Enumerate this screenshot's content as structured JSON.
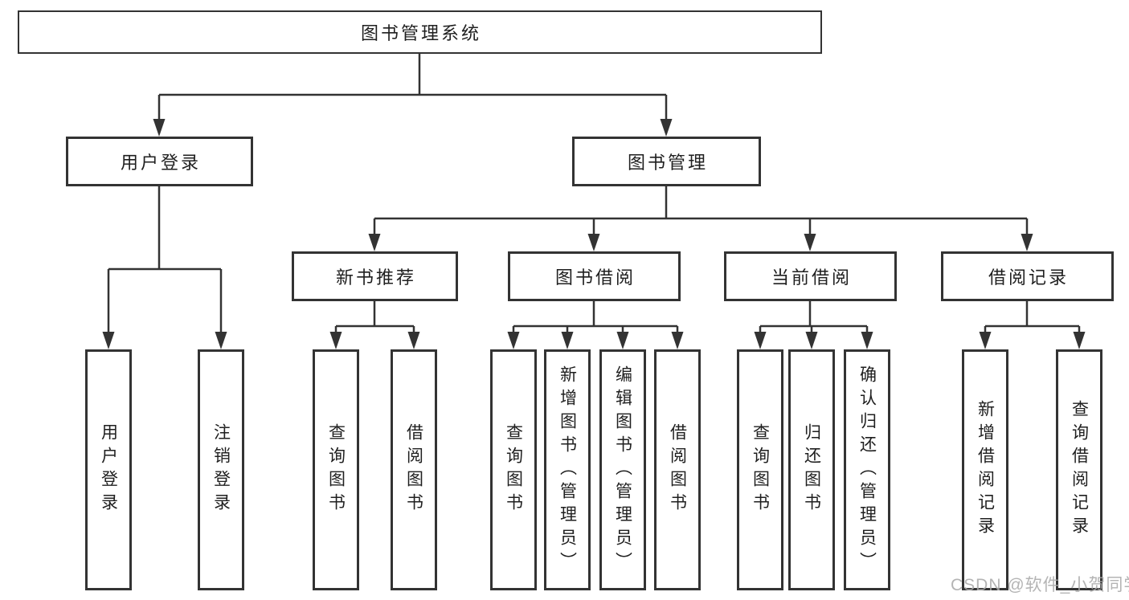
{
  "diagram": {
    "root": {
      "label": "图书管理系统"
    },
    "level2": [
      {
        "label": "用户登录"
      },
      {
        "label": "图书管理"
      }
    ],
    "level3": [
      {
        "label": "新书推荐"
      },
      {
        "label": "图书借阅"
      },
      {
        "label": "当前借阅"
      },
      {
        "label": "借阅记录"
      }
    ],
    "leaves": [
      {
        "label": "用户登录"
      },
      {
        "label": "注销登录"
      },
      {
        "label": "查询图书"
      },
      {
        "label": "借阅图书"
      },
      {
        "label": "查询图书"
      },
      {
        "label": "新增图书（管理员）"
      },
      {
        "label": "编辑图书（管理员）"
      },
      {
        "label": "借阅图书"
      },
      {
        "label": "查询图书"
      },
      {
        "label": "归还图书"
      },
      {
        "label": "确认归还（管理员）"
      },
      {
        "label": "新增借阅记录"
      },
      {
        "label": "查询借阅记录"
      }
    ],
    "watermark": "CSDN @软件_小贺同学",
    "colors": {
      "line": "#333333",
      "text": "#1f1f1f",
      "watermark": "#aaaaaa",
      "background": "#ffffff"
    }
  }
}
